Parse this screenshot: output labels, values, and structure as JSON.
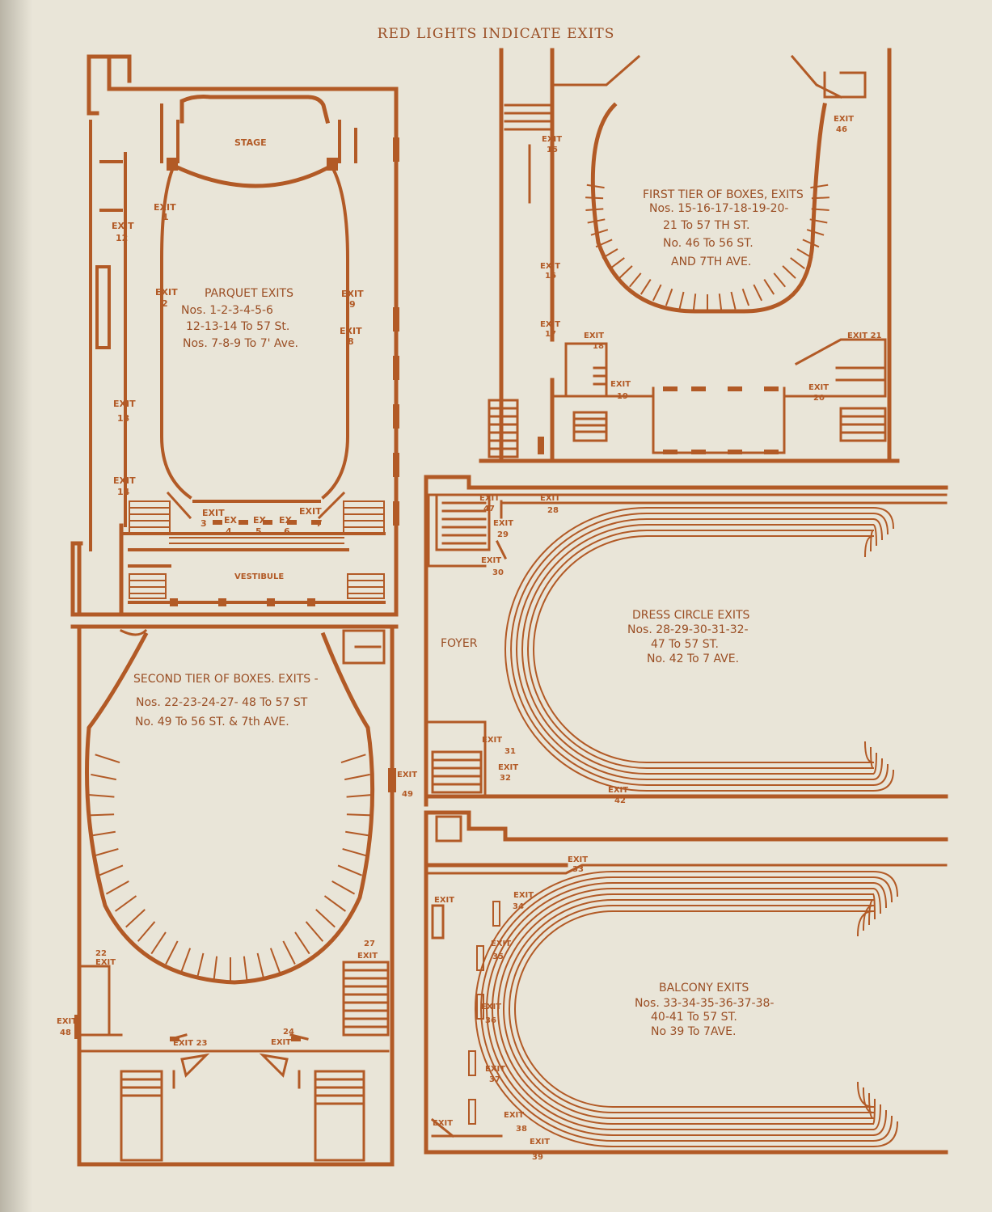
{
  "header": "RED LIGHTS INDICATE EXITS",
  "colors": {
    "ink": "#b25a26",
    "paper": "#e9e5d8"
  },
  "parquet": {
    "stage": "STAGE",
    "vestibule": "VESTIBULE",
    "title": [
      "PARQUET EXITS",
      "Nos. 1-2-3-4-5-6",
      "12-13-14 To 57 St.",
      "Nos. 7-8-9 To 7' Ave."
    ],
    "exit1": [
      "EXIT",
      "1"
    ],
    "exit2": [
      "EXIT",
      "2"
    ],
    "exit9": [
      "EXIT",
      "9"
    ],
    "exit8": [
      "EXIT",
      "8"
    ],
    "exit12": [
      "EXIT",
      "12"
    ],
    "exit13": [
      "EXIT",
      "13"
    ],
    "exit14": [
      "EXIT",
      "14"
    ],
    "exit3": [
      "EXIT",
      "3"
    ],
    "ex4": [
      "EX",
      "4"
    ],
    "ex5": [
      "EX",
      "5"
    ],
    "ex6": [
      "EX",
      "6"
    ],
    "exit7": [
      "EXIT",
      "7"
    ]
  },
  "first_tier": {
    "title": [
      "FIRST TIER OF BOXES, EXITS",
      "Nos. 15-16-17-18-19-20-",
      "21 To 57 TH ST.",
      "No. 46 To 56 ST.",
      "AND 7TH AVE."
    ],
    "exit15": [
      "EXIT",
      "15"
    ],
    "exit16": [
      "EXIT",
      "16"
    ],
    "exit17": [
      "EXIT",
      "17"
    ],
    "exit18": [
      "EXIT",
      "18"
    ],
    "exit19": [
      "EXIT",
      "19"
    ],
    "exit20": [
      "EXIT",
      "20"
    ],
    "exit21": "EXIT 21",
    "exit46": [
      "EXIT",
      "46"
    ]
  },
  "dress_circle": {
    "foyer": "FOYER",
    "title": [
      "DRESS CIRCLE EXITS",
      "Nos. 28-29-30-31-32-",
      "47 To 57 ST.",
      "No. 42 To 7 AVE."
    ],
    "exit47": [
      "EXIT",
      "47"
    ],
    "exit28": [
      "EXIT",
      "28"
    ],
    "exit29": [
      "EXIT",
      "29"
    ],
    "exit30": [
      "EXIT",
      "30"
    ],
    "exit31": [
      "EXIT",
      "31"
    ],
    "exit32": [
      "EXIT",
      "32"
    ],
    "exit42": [
      "EXIT",
      "42"
    ]
  },
  "second_tier": {
    "title": [
      "SECOND TIER OF BOXES. EXITS -",
      "Nos. 22-23-24-27- 48 To 57 ST",
      "No. 49 To 56 ST. & 7th AVE."
    ],
    "exit22": [
      "22",
      "EXIT"
    ],
    "exit27": [
      "27",
      "EXIT"
    ],
    "exit48": [
      "EXIT",
      "48"
    ],
    "exit49": [
      "EXIT",
      "49"
    ],
    "exit23": "EXIT 23",
    "exit24": [
      "24",
      "EXIT"
    ]
  },
  "balcony": {
    "title": [
      "BALCONY EXITS",
      "Nos. 33-34-35-36-37-38-",
      "40-41 To 57 ST.",
      "No 39 To 7AVE."
    ],
    "exit33": [
      "EXIT",
      "33"
    ],
    "exit34": [
      "EXIT",
      "34"
    ],
    "exit35": [
      "EXIT",
      "35"
    ],
    "exit36": [
      "EXIT",
      "36"
    ],
    "exit37": [
      "EXIT",
      "37"
    ],
    "exit38": [
      "EXIT",
      "38"
    ],
    "exit39": [
      "EXIT",
      "39"
    ],
    "exit40": "EXIT",
    "exit41": "EXIT"
  }
}
